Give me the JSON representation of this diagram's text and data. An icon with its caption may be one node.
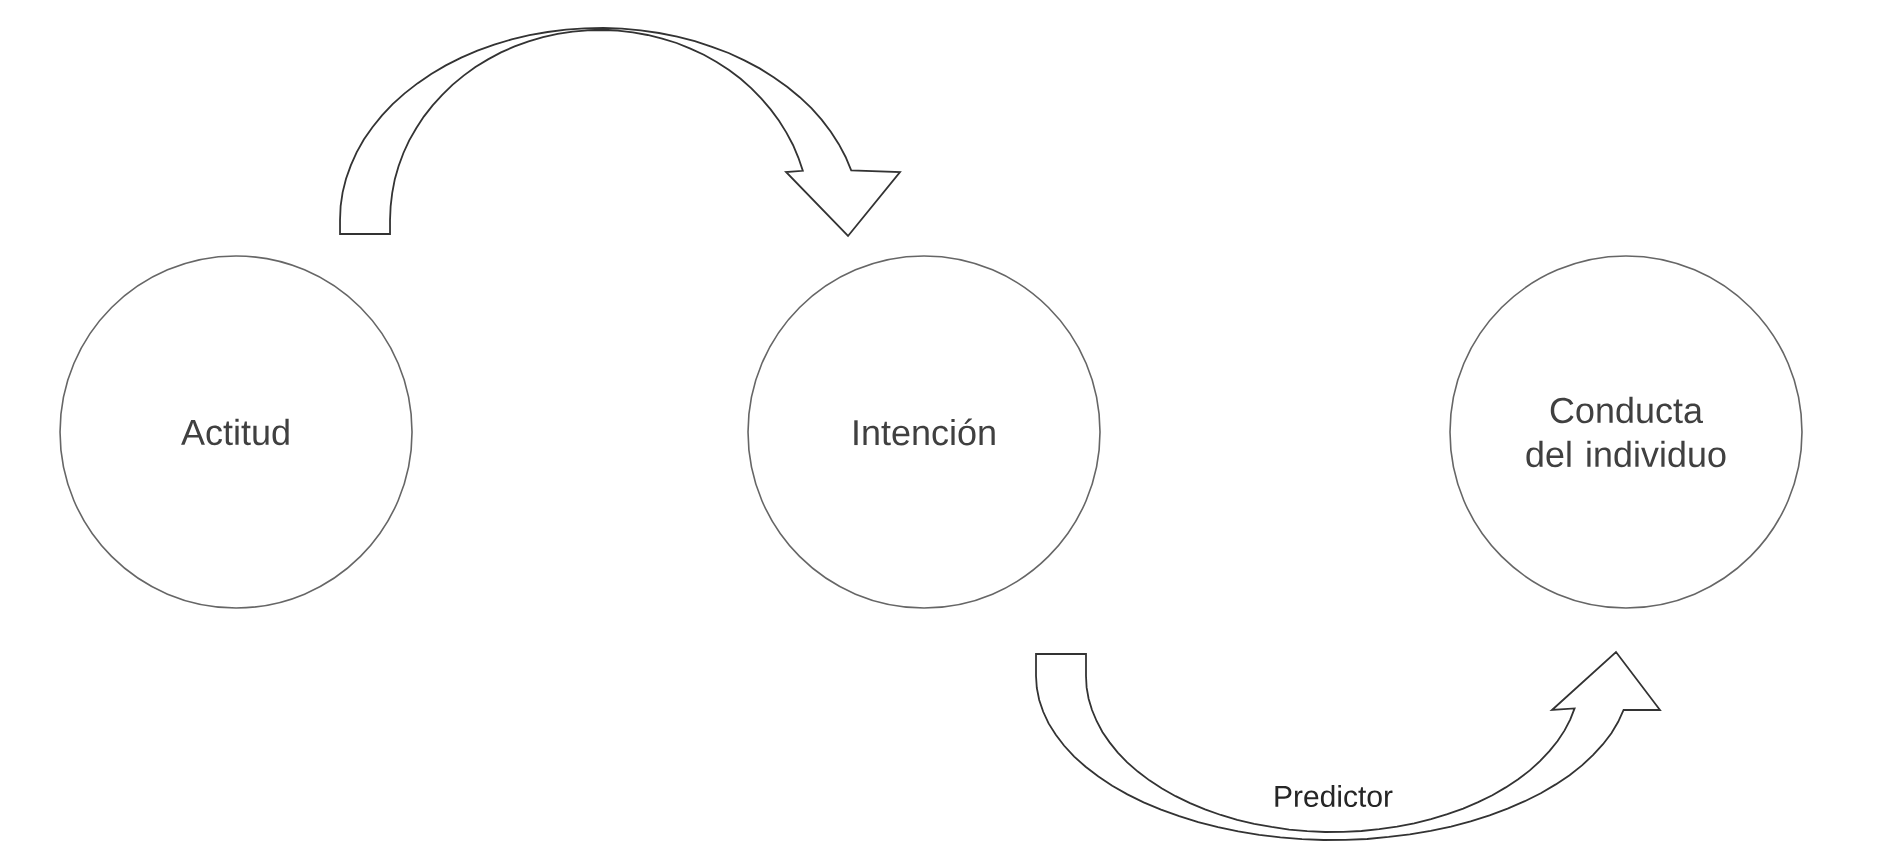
{
  "diagram": {
    "nodes": [
      {
        "text": [
          "Actitud"
        ]
      },
      {
        "text": [
          "Intención"
        ]
      },
      {
        "text": [
          "Conducta del individuo"
        ]
      }
    ],
    "edges": [
      {
        "from": 0,
        "to": 1,
        "arrow": "to"
      },
      {
        "from": 1,
        "to": 2,
        "arrow": "to",
        "label": "Predictor"
      }
    ]
  }
}
